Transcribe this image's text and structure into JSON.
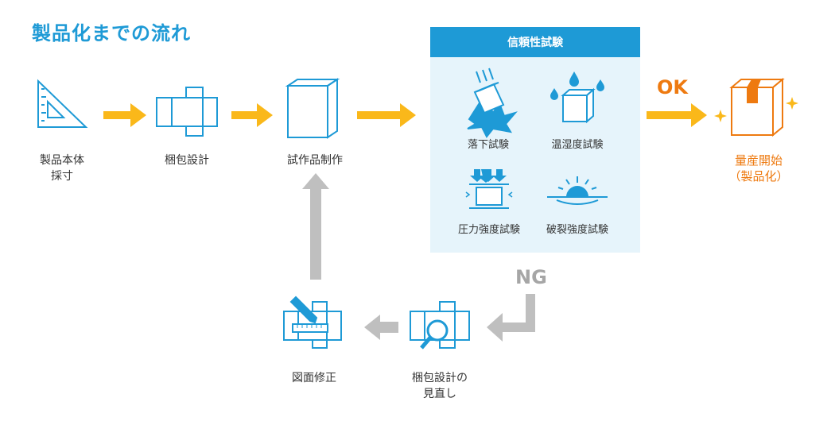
{
  "title": "製品化までの流れ",
  "steps": {
    "product": [
      "製品本体",
      "採寸"
    ],
    "packaging_design": "梱包設計",
    "prototype": "試作品制作",
    "mass_production": [
      "量産開始",
      "（製品化）"
    ],
    "review": [
      "梱包設計の",
      "見直し"
    ],
    "drawing_fix": "図面修正"
  },
  "test_panel": {
    "header": "信頼性試験",
    "tests": [
      "落下試験",
      "温湿度試験",
      "圧力強度試験",
      "破裂強度試験"
    ]
  },
  "results": {
    "ok": "OK",
    "ng": "NG"
  },
  "colors": {
    "blue": "#1e9ad6",
    "light_blue_bg": "#e6f4fb",
    "arrow_yellow": "#fab81a",
    "ok_orange": "#ee7a10",
    "ng_gray": "#bfbfbf"
  }
}
